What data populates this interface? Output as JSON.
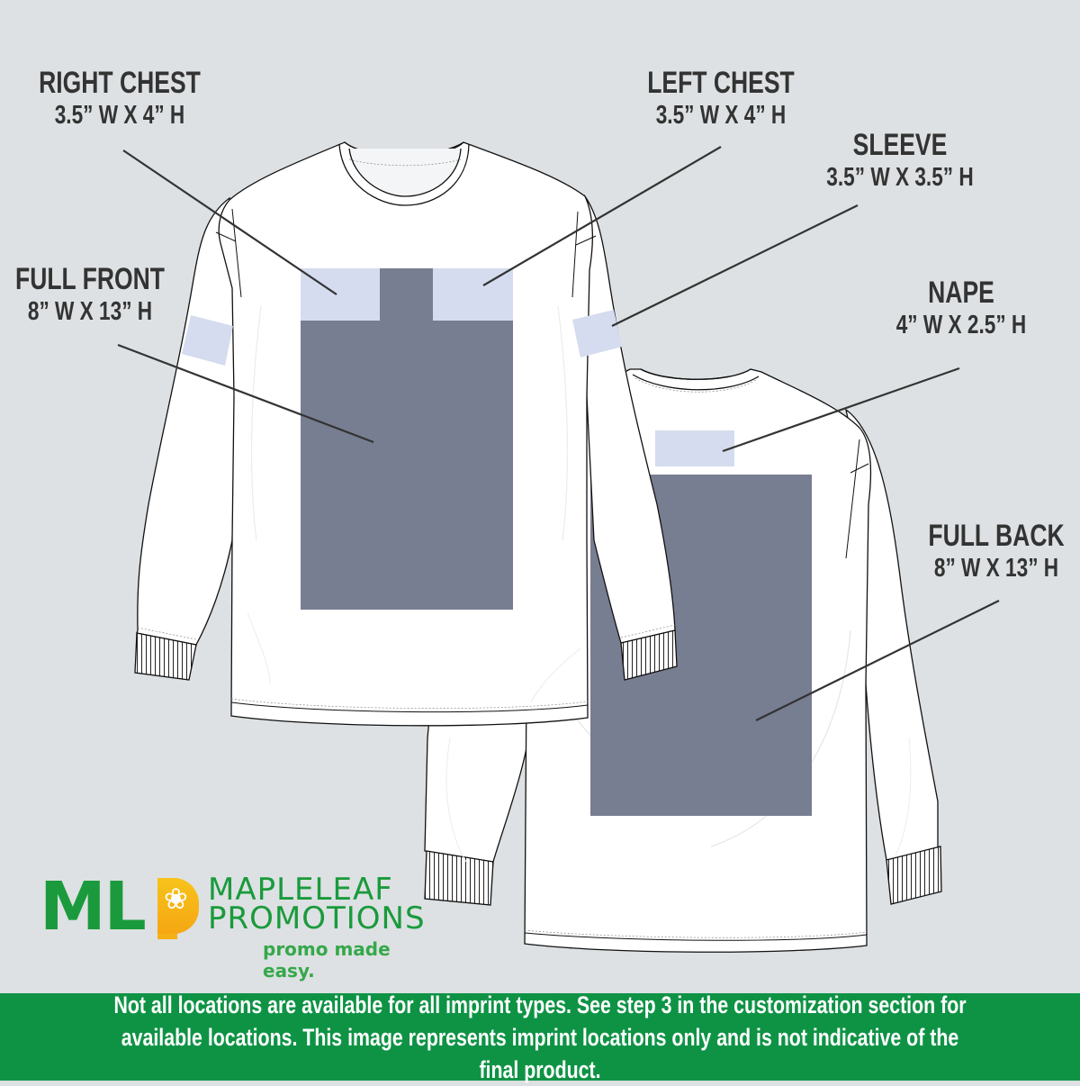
{
  "colors": {
    "background": "#dde1e3",
    "text": "#333333",
    "full_print_area": "#787e91",
    "small_print_area": "#d5dcef",
    "footer": "#0e9345",
    "logo_green": "#1a9a3c",
    "logo_yellow": "#f6b016"
  },
  "labels": {
    "right_chest": {
      "title": "RIGHT CHEST",
      "dims": "3.5” W X 4” H"
    },
    "left_chest": {
      "title": "LEFT CHEST",
      "dims": "3.5” W X 4” H"
    },
    "sleeve": {
      "title": "SLEEVE",
      "dims": "3.5” W X 3.5” H"
    },
    "full_front": {
      "title": "FULL FRONT",
      "dims": "8” W X 13” H"
    },
    "nape": {
      "title": "NAPE",
      "dims": "4” W X 2.5” H"
    },
    "full_back": {
      "title": "FULL BACK",
      "dims": "8” W X 13” H"
    }
  },
  "garment": {
    "type": "long-sleeve t-shirt",
    "views": [
      "front",
      "back"
    ]
  },
  "logo": {
    "mark": "ML",
    "mark_icon": "maple-leaf-icon",
    "name_line1": "MAPLELEAF",
    "name_line2": "PROMOTIONS",
    "tagline": "promo made easy."
  },
  "footer": {
    "text": "Not all locations are available for all imprint types. See step 3 in the customization section for available locations. This image represents imprint locations only and is not indicative of the final product."
  }
}
